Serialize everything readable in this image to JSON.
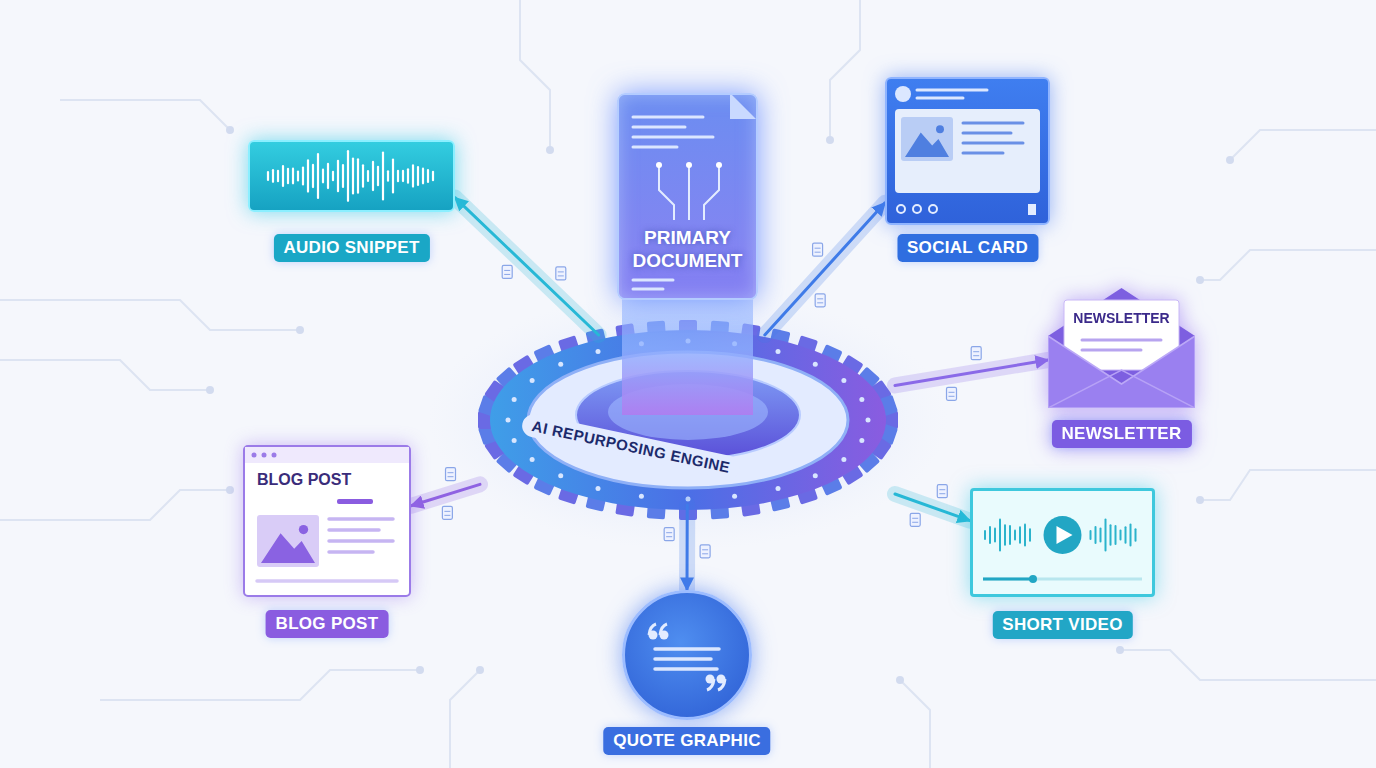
{
  "diagram": {
    "nodes": [
      {
        "text": [
          "PRIMARY DOCUMENT"
        ]
      },
      {
        "text": [
          "AI REPURPOSING ENGINE"
        ]
      },
      {
        "text": [
          "AUDIO SNIPPET"
        ]
      },
      {
        "text": [
          "SOCIAL CARD"
        ]
      },
      {
        "text": [
          "NEWSLETTER",
          "NEWSLETTER"
        ]
      },
      {
        "text": [
          "BLOG POST",
          "BLOG POST"
        ]
      },
      {
        "text": [
          "QUOTE GRAPHIC"
        ]
      },
      {
        "text": [
          "SHORT VIDEO"
        ]
      }
    ],
    "edges": [
      {
        "from": 1,
        "to": 2,
        "arrow": "to"
      },
      {
        "from": 1,
        "to": 3,
        "arrow": "to"
      },
      {
        "from": 1,
        "to": 4,
        "arrow": "to"
      },
      {
        "from": 1,
        "to": 5,
        "arrow": "to"
      },
      {
        "from": 1,
        "to": 6,
        "arrow": "to"
      },
      {
        "from": 1,
        "to": 7,
        "arrow": "to"
      }
    ]
  }
}
